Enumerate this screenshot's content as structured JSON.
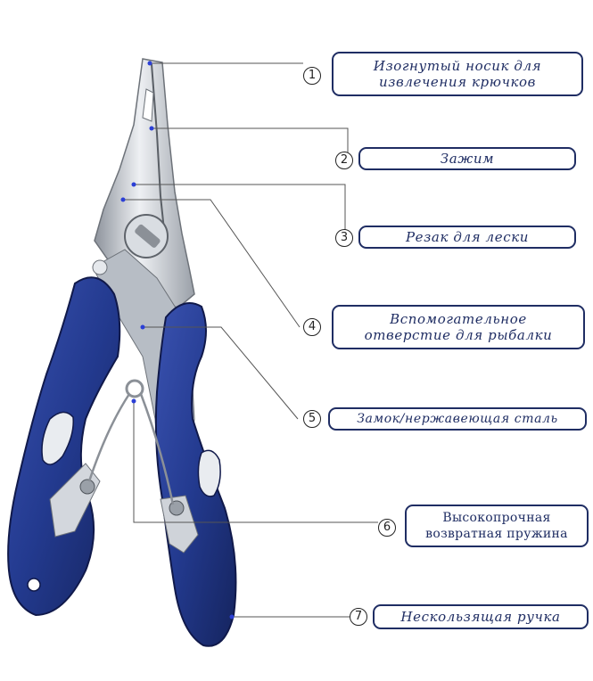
{
  "callouts": [
    {
      "number": "1",
      "lines": [
        "Изогнутый носик для",
        "извлечения крючков"
      ]
    },
    {
      "number": "2",
      "lines": [
        "Зажим"
      ]
    },
    {
      "number": "3",
      "lines": [
        "Резак для лески"
      ]
    },
    {
      "number": "4",
      "lines": [
        "Вспомогательное",
        "отверстие для рыбалки"
      ]
    },
    {
      "number": "5",
      "lines": [
        "Замок/нержавеющая сталь"
      ]
    },
    {
      "number": "6",
      "lines": [
        "Высокопрочная",
        "возвратная пружина"
      ]
    },
    {
      "number": "7",
      "lines": [
        "Нескользящая ручка"
      ]
    }
  ],
  "colors": {
    "handle": "#233a8f",
    "steel": "#c9ced6",
    "border": "#1f2d63",
    "dot": "#2b3fd6"
  }
}
